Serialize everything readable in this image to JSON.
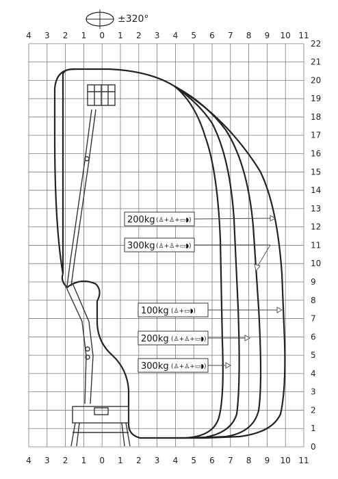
{
  "rotation": {
    "symbol": "rotation-ellipse-icon",
    "label": "±320°"
  },
  "axes": {
    "x_ticks": [
      "4",
      "3",
      "2",
      "1",
      "0",
      "1",
      "2",
      "3",
      "4",
      "5",
      "6",
      "7",
      "8",
      "9",
      "10",
      "11"
    ],
    "y_ticks": [
      "0",
      "1",
      "2",
      "3",
      "4",
      "5",
      "6",
      "7",
      "8",
      "9",
      "10",
      "11",
      "12",
      "13",
      "14",
      "15",
      "16",
      "17",
      "18",
      "19",
      "20",
      "21",
      "22"
    ]
  },
  "loads": [
    {
      "text": "200kg",
      "symbols": "(♙+♙+▭◗)"
    },
    {
      "text": "300kg",
      "symbols": "(♙+♙+▭◗)"
    },
    {
      "text": "100kg",
      "symbols": "(♙+▭◗)"
    },
    {
      "text": "200kg",
      "symbols": "(♙+♙+▭◗)"
    },
    {
      "text": "300kg",
      "symbols": "(♙+♙+▭◗)"
    }
  ],
  "colors": {
    "line": "#222222",
    "grid": "#7a7a7a"
  }
}
